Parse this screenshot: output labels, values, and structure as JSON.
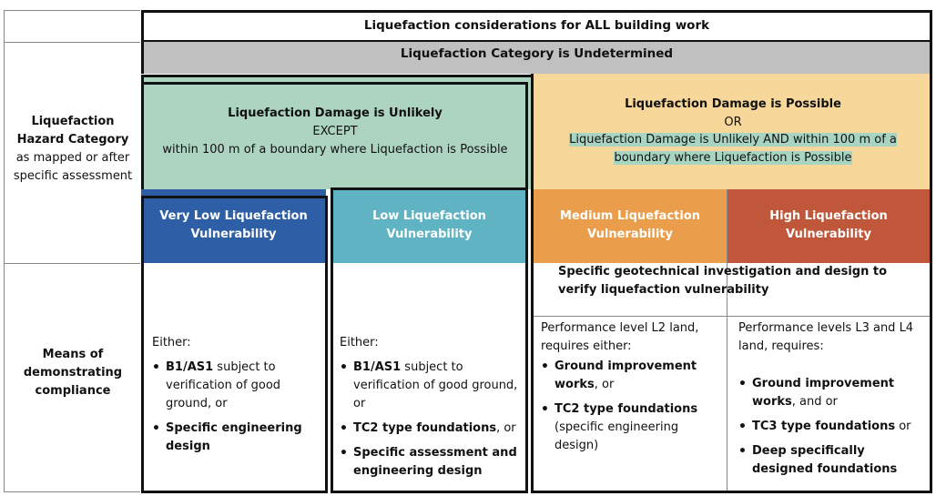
{
  "title_row": {
    "text": "Liquefaction considerations for ALL building work"
  },
  "undetermined": {
    "text": "Liquefaction Category is Undetermined"
  },
  "hazard_label": {
    "line1": "Liquefaction",
    "line2": "Hazard Category",
    "line3": "as mapped or after",
    "line4": "specific assessment"
  },
  "unlikely": {
    "title": "Liquefaction Damage is Unlikely",
    "except": "EXCEPT",
    "detail": "within 100 m of a boundary where Liquefaction is Possible"
  },
  "possible": {
    "title": "Liquefaction Damage is Possible",
    "or": "OR",
    "line1": "Liquefaction Damage is Unlikely AND within 100 m of a",
    "line2": "boundary where Liquefaction is Possible"
  },
  "vulnerability": {
    "very_low": {
      "line1": "Very Low Liquefaction",
      "line2": "Vulnerability",
      "color": "#2e5fa6"
    },
    "low": {
      "line1": "Low Liquefaction",
      "line2": "Vulnerability",
      "color": "#5fb3c3"
    },
    "medium": {
      "line1": "Medium Liquefaction",
      "line2": "Vulnerability",
      "color": "#ea9d4a"
    },
    "high": {
      "line1": "High Liquefaction",
      "line2": "Vulnerability",
      "color": "#c0573a"
    }
  },
  "means_label": {
    "line1": "Means of",
    "line2": "demonstrating",
    "line3": "compliance"
  },
  "col_very_low": {
    "either": "Either:",
    "b1_bold": "B1/AS1",
    "b1_rest_1": " subject to",
    "b1_line2": "verification of good",
    "b1_line3": "ground, or",
    "spec1": "Specific engineering",
    "spec2": "design"
  },
  "col_low": {
    "either": "Either:",
    "b1_bold": "B1/AS1",
    "b1_rest_1": " subject to",
    "b1_line2": "verification of good ground,",
    "b1_line3": "or",
    "tc2_bold": "TC2 type foundations",
    "tc2_rest": ", or",
    "spec1": "Specific assessment and",
    "spec2": "engineering design"
  },
  "geotech": {
    "line1": "Specific geotechnical investigation and design to",
    "line2": "verify liquefaction vulnerability"
  },
  "col_medium": {
    "intro1": "Performance level L2 land,",
    "intro2": "requires either:",
    "gi1": "Ground improvement",
    "gi2_bold": "works",
    "gi2_rest": ", or",
    "tc2_bold": "TC2 type foundations",
    "tc2_2": "(specific engineering",
    "tc2_3": "design)"
  },
  "col_high": {
    "intro1": "Performance levels L3 and L4",
    "intro2": "land, requires:",
    "gi1": "Ground improvement",
    "gi2_bold": "works",
    "gi2_rest": ", and or",
    "tc3_bold": "TC3 type foundations",
    "tc3_rest": " or",
    "deep1": "Deep specifically",
    "deep2": "designed foundations"
  },
  "colors": {
    "unlikely_bg": "#add4c0",
    "possible_bg": "#f8d89a",
    "undetermined_bg": "#c0c0c0",
    "highlight": "#a8d5c2"
  }
}
